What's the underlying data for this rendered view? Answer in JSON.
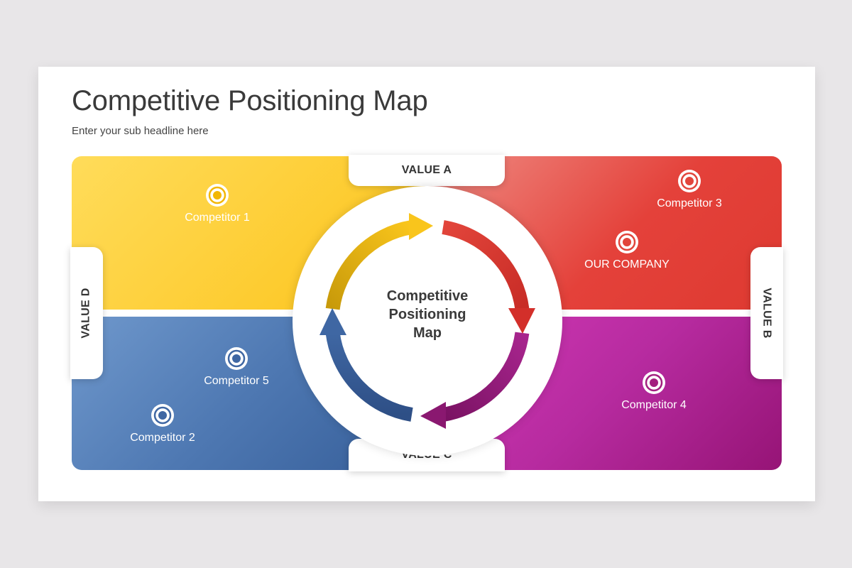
{
  "slide": {
    "title": "Competitive Positioning Map",
    "subtitle": "Enter your sub headline here"
  },
  "axes": {
    "top": "VALUE A",
    "right": "VALUE B",
    "bottom": "VALUE C",
    "left": "VALUE D"
  },
  "center": {
    "line1": "Competitive",
    "line2": "Positioning",
    "line3": "Map"
  },
  "quadrant_colors": {
    "top_left": "#fcc31a",
    "top_right": "#e4413a",
    "bottom_left": "#4e78b2",
    "bottom_right": "#b72ba0"
  },
  "markers": [
    {
      "label": "Competitor 1",
      "icon": "target-icon",
      "color": "#f2b705"
    },
    {
      "label": "Competitor 3",
      "icon": "target-icon",
      "color": "#e2453b"
    },
    {
      "label": "OUR COMPANY",
      "icon": "target-icon",
      "color": "#e2453b"
    },
    {
      "label": "Competitor 5",
      "icon": "target-icon",
      "color": "#3f67a3"
    },
    {
      "label": "Competitor 2",
      "icon": "target-icon",
      "color": "#3f67a3"
    },
    {
      "label": "Competitor 4",
      "icon": "target-icon",
      "color": "#a3207f"
    }
  ]
}
